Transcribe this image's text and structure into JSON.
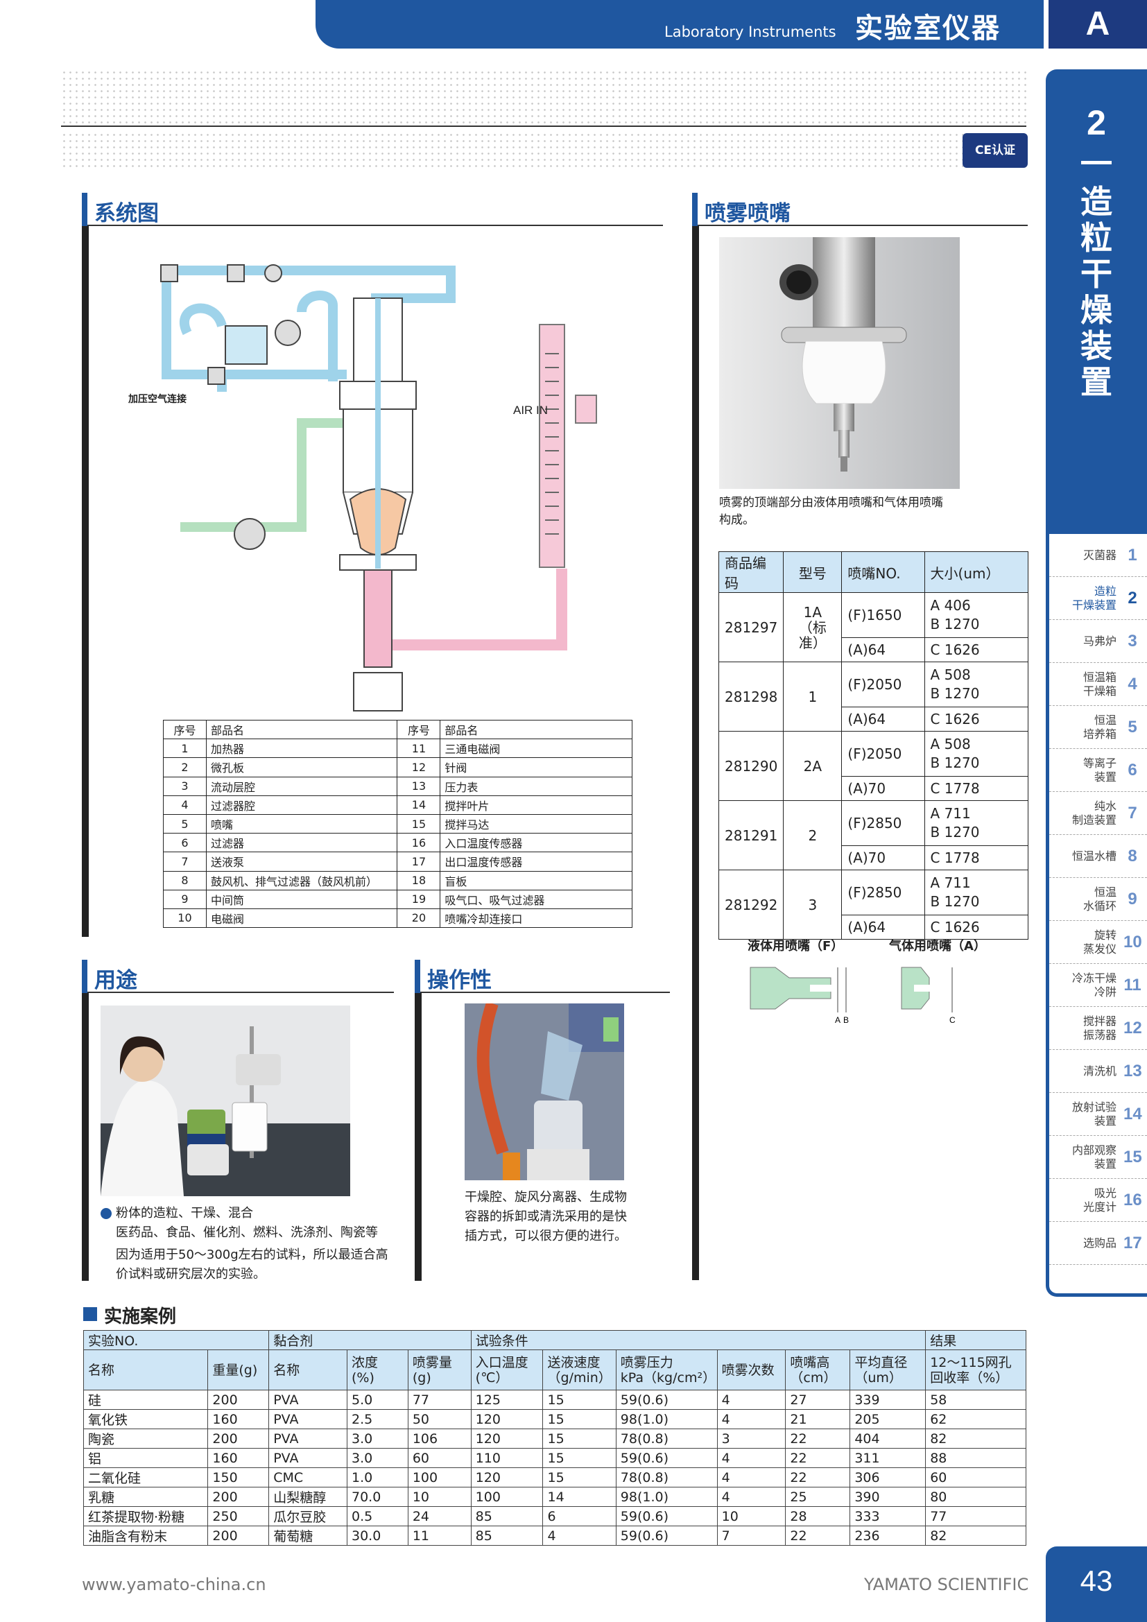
{
  "header": {
    "en_title": "Laboratory Instruments",
    "cn_title": "实验室仪器",
    "section_letter": "A"
  },
  "ce_badge": "CE认证",
  "sidebar": {
    "chapter_number": "2",
    "chapter_title": "造粒干燥装置",
    "items": [
      {
        "label": "灭菌器",
        "num": "1"
      },
      {
        "label": "造粒\n干燥装置",
        "num": "2",
        "active": true
      },
      {
        "label": "马弗炉",
        "num": "3"
      },
      {
        "label": "恒温箱\n干燥箱",
        "num": "4"
      },
      {
        "label": "恒温\n培养箱",
        "num": "5"
      },
      {
        "label": "等离子\n装置",
        "num": "6"
      },
      {
        "label": "纯水\n制造装置",
        "num": "7"
      },
      {
        "label": "恒温水槽",
        "num": "8"
      },
      {
        "label": "恒温\n水循环",
        "num": "9"
      },
      {
        "label": "旋转\n蒸发仪",
        "num": "10"
      },
      {
        "label": "冷冻干燥\n冷阱",
        "num": "11"
      },
      {
        "label": "搅拌器\n振荡器",
        "num": "12"
      },
      {
        "label": "清洗机",
        "num": "13"
      },
      {
        "label": "放射试验\n装置",
        "num": "14"
      },
      {
        "label": "内部观察\n装置",
        "num": "15"
      },
      {
        "label": "吸光\n光度计",
        "num": "16"
      },
      {
        "label": "选购品",
        "num": "17"
      }
    ]
  },
  "system": {
    "heading": "系统图",
    "labels": {
      "air_in": "AIR IN",
      "compressed_air": "加压空气连接"
    },
    "parts_headers": [
      "序号",
      "部品名",
      "序号",
      "部品名"
    ],
    "parts": [
      [
        "1",
        "加热器",
        "11",
        "三通电磁阀"
      ],
      [
        "2",
        "微孔板",
        "12",
        "针阀"
      ],
      [
        "3",
        "流动层腔",
        "13",
        "压力表"
      ],
      [
        "4",
        "过滤器腔",
        "14",
        "搅拌叶片"
      ],
      [
        "5",
        "喷嘴",
        "15",
        "搅拌马达"
      ],
      [
        "6",
        "过滤器",
        "16",
        "入口温度传感器"
      ],
      [
        "7",
        "送液泵",
        "17",
        "出口温度传感器"
      ],
      [
        "8",
        "鼓风机、排气过滤器（鼓风机前）",
        "18",
        "盲板"
      ],
      [
        "9",
        "中间筒",
        "19",
        "吸气口、吸气过滤器"
      ],
      [
        "10",
        "电磁阀",
        "20",
        "喷嘴冷却连接口"
      ]
    ]
  },
  "nozzle": {
    "heading": "喷雾喷嘴",
    "caption": "喷雾的顶端部分由液体用喷嘴和气体用喷嘴\n构成。",
    "headers": [
      "商品编码",
      "型号",
      "喷嘴NO.",
      "大小(um）"
    ],
    "rows": [
      {
        "code": "281297",
        "model": "1A\n（标准）",
        "f": "(F)1650",
        "f_size": "A 406\nB 1270",
        "a": "(A)64",
        "a_size": "C 1626"
      },
      {
        "code": "281298",
        "model": "1",
        "f": "(F)2050",
        "f_size": "A 508\nB 1270",
        "a": "(A)64",
        "a_size": "C 1626"
      },
      {
        "code": "281290",
        "model": "2A",
        "f": "(F)2050",
        "f_size": "A 508\nB 1270",
        "a": "(A)70",
        "a_size": "C 1778"
      },
      {
        "code": "281291",
        "model": "2",
        "f": "(F)2850",
        "f_size": "A 711\nB 1270",
        "a": "(A)70",
        "a_size": "C 1778"
      },
      {
        "code": "281292",
        "model": "3",
        "f": "(F)2850",
        "f_size": "A 711\nB 1270",
        "a": "(A)64",
        "a_size": "C 1626"
      }
    ],
    "liquid_label": "液体用喷嘴（F）",
    "gas_label": "气体用喷嘴（A）",
    "dim_labels": [
      "A",
      "B",
      "C"
    ]
  },
  "usage": {
    "heading": "用途",
    "bullet": "粉体的造粒、干燥、混合",
    "line2": "医药品、食品、催化剂、燃料、洗涤剂、陶瓷等",
    "line3": "因为适用于50～300g左右的试料，所以最适合高\n价试料或研究层次的实验。"
  },
  "operability": {
    "heading": "操作性",
    "text": "干燥腔、旋风分离器、生成物\n容器的拆卸或清洗采用的是快\n插方式，可以很方便的进行。"
  },
  "cases": {
    "heading": "实施案例",
    "group_headers": [
      "实验NO.",
      "黏合剂",
      "试验条件",
      "结果"
    ],
    "col_headers": [
      "名称",
      "重量(g)",
      "名称",
      "浓度\n(%)",
      "喷雾量\n(g)",
      "入口温度\n(℃）",
      "送液速度\n（g/min）",
      "喷雾压力\nkPa（kg/cm²）",
      "喷雾次数",
      "喷嘴高\n（cm）",
      "平均直径\n（um）",
      "12～115网孔\n回收率（%）"
    ],
    "rows": [
      [
        "硅",
        "200",
        "PVA",
        "5.0",
        "77",
        "125",
        "15",
        "59(0.6)",
        "4",
        "27",
        "339",
        "58"
      ],
      [
        "氧化铁",
        "160",
        "PVA",
        "2.5",
        "50",
        "120",
        "15",
        "98(1.0)",
        "4",
        "21",
        "205",
        "62"
      ],
      [
        "陶瓷",
        "200",
        "PVA",
        "3.0",
        "106",
        "120",
        "15",
        "78(0.8)",
        "3",
        "22",
        "404",
        "82"
      ],
      [
        "铝",
        "160",
        "PVA",
        "3.0",
        "60",
        "110",
        "15",
        "59(0.6)",
        "4",
        "22",
        "311",
        "88"
      ],
      [
        "二氧化硅",
        "150",
        "CMC",
        "1.0",
        "100",
        "120",
        "15",
        "78(0.8)",
        "4",
        "22",
        "306",
        "60"
      ],
      [
        "乳糖",
        "200",
        "山梨糖醇",
        "70.0",
        "10",
        "100",
        "14",
        "98(1.0)",
        "4",
        "25",
        "390",
        "80"
      ],
      [
        "红茶提取物·粉糖",
        "250",
        "瓜尔豆胶",
        "0.5",
        "24",
        "85",
        "6",
        "59(0.6)",
        "10",
        "28",
        "333",
        "77"
      ],
      [
        "油脂含有粉末",
        "200",
        "葡萄糖",
        "30.0",
        "11",
        "85",
        "4",
        "59(0.6)",
        "7",
        "22",
        "236",
        "82"
      ]
    ]
  },
  "footer": {
    "url": "www.yamato-china.cn",
    "brand": "YAMATO SCIENTIFIC",
    "page": "43"
  }
}
